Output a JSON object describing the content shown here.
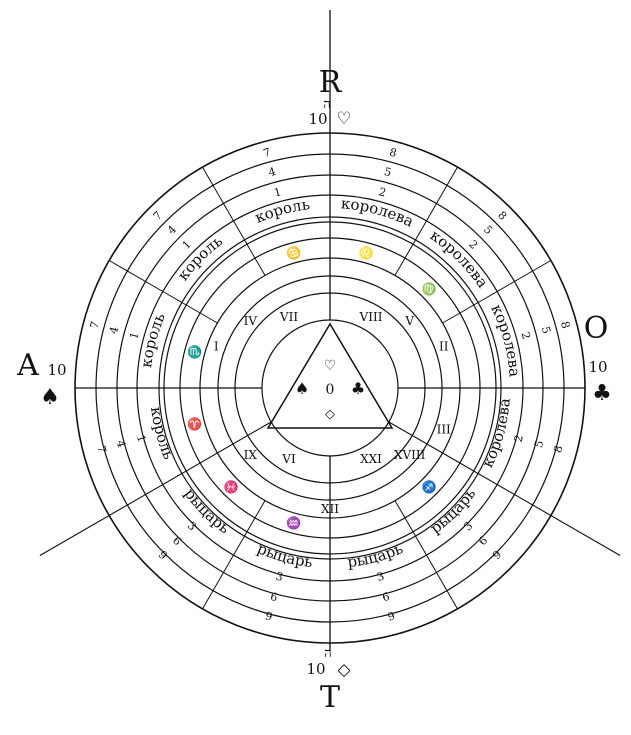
{
  "cardinals": {
    "top": {
      "letter": "R",
      "num": "10",
      "hebrew": "ה",
      "suit": "♡"
    },
    "right": {
      "letter": "O",
      "num": "10",
      "suit": "♣"
    },
    "bottom": {
      "letter": "T",
      "num": "10",
      "hebrew": "ה",
      "suit": "◇"
    },
    "left": {
      "letter": "A",
      "num": "10",
      "suit": "♠"
    }
  },
  "sectors": [
    {
      "name": "королева",
      "nums": [
        "2",
        "5",
        "8"
      ]
    },
    {
      "name": "королева",
      "nums": [
        "2",
        "5",
        "8"
      ]
    },
    {
      "name": "королева",
      "nums": [
        "2",
        "5",
        "8"
      ]
    },
    {
      "name": "король",
      "nums": [
        "1",
        "4",
        "7"
      ]
    },
    {
      "name": "король",
      "nums": [
        "1",
        "4",
        "7"
      ]
    },
    {
      "name": "король",
      "nums": [
        "1",
        "4",
        "7"
      ]
    },
    {
      "name": "король",
      "nums": [
        "1",
        "4",
        "7"
      ]
    },
    {
      "name": "рыцарь",
      "nums": [
        "3",
        "6",
        "9"
      ]
    },
    {
      "name": "рыцарь",
      "nums": [
        "3",
        "6",
        "9"
      ]
    },
    {
      "name": "рыцарь",
      "nums": [
        "3",
        "6",
        "9"
      ]
    },
    {
      "name": "рыцарь",
      "nums": [
        "3",
        "6",
        "9"
      ]
    },
    {
      "name": "королева",
      "nums": [
        "2",
        "5",
        "8"
      ]
    }
  ],
  "inner_marks": [
    "VIII",
    "V",
    "II",
    "VII",
    "IV",
    "I",
    "III",
    "XXI",
    "VI",
    "XVIII",
    "IX",
    "XII",
    "♌",
    "♋",
    "♍",
    "♈",
    "♓",
    "♒",
    "♐",
    "♏"
  ],
  "center": {
    "value": "0",
    "suits": [
      "♠",
      "♡",
      "♣",
      "◇"
    ]
  }
}
